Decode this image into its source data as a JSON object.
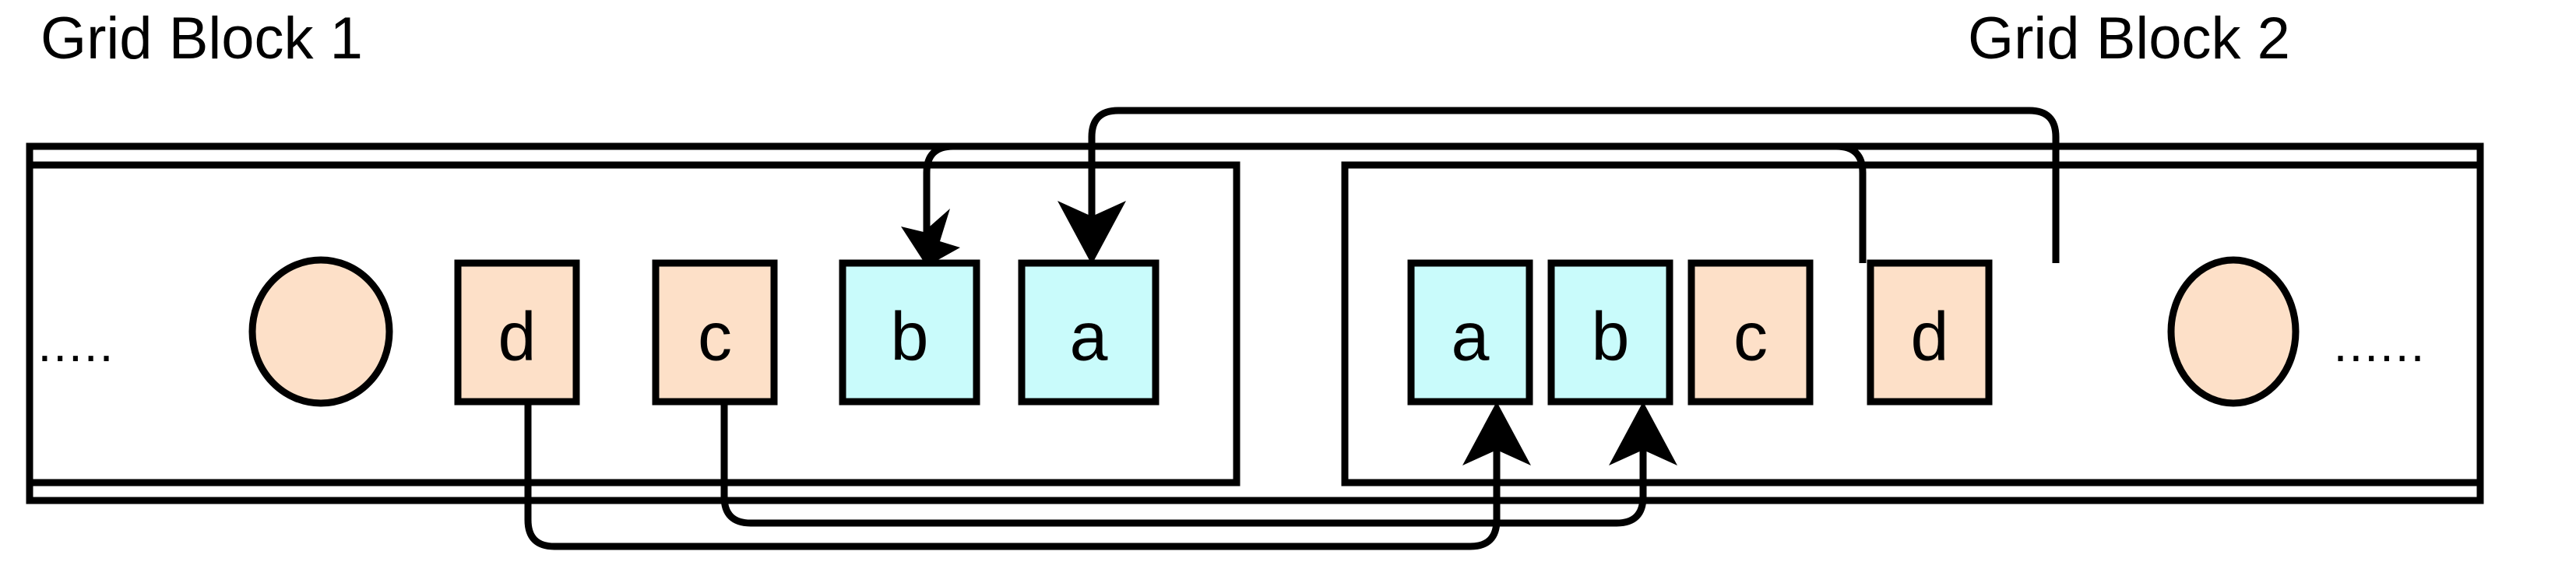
{
  "diagram": {
    "title_left": "Grid Block 1",
    "title_right": "Grid Block 2",
    "ellipsis_left": "......",
    "ellipsis_right": "......",
    "colors": {
      "orange_fill": "#FDE0C8",
      "cyan_fill": "#C9FBFB",
      "stroke": "#000000",
      "background": "#FFFFFF"
    },
    "blocks": [
      {
        "id": "grid-block-1",
        "title": "Grid Block 1",
        "ellipsis": "......",
        "circle": {
          "label": "",
          "color": "orange"
        },
        "cells": [
          {
            "label": "d",
            "color": "orange"
          },
          {
            "label": "c",
            "color": "orange"
          },
          {
            "label": "b",
            "color": "cyan"
          },
          {
            "label": "a",
            "color": "cyan"
          }
        ]
      },
      {
        "id": "grid-block-2",
        "title": "Grid Block 2",
        "ellipsis": "......",
        "circle": {
          "label": "",
          "color": "orange"
        },
        "cells": [
          {
            "label": "a",
            "color": "cyan"
          },
          {
            "label": "b",
            "color": "cyan"
          },
          {
            "label": "c",
            "color": "orange"
          },
          {
            "label": "d",
            "color": "orange"
          }
        ]
      }
    ],
    "edges": [
      {
        "id": "edge-b2c1",
        "from": "block2-cell-c",
        "to": "block1-cell-b",
        "route": "top",
        "direction": "right-to-left"
      },
      {
        "id": "edge-b2d1",
        "from": "block2-cell-d",
        "to": "block1-cell-a",
        "route": "top",
        "direction": "right-to-left"
      },
      {
        "id": "edge-b1d2",
        "from": "block1-cell-d",
        "to": "block2-cell-a",
        "route": "bottom",
        "direction": "left-to-right"
      },
      {
        "id": "edge-b1c2",
        "from": "block1-cell-c",
        "to": "block2-cell-b",
        "route": "bottom",
        "direction": "left-to-right"
      }
    ]
  }
}
